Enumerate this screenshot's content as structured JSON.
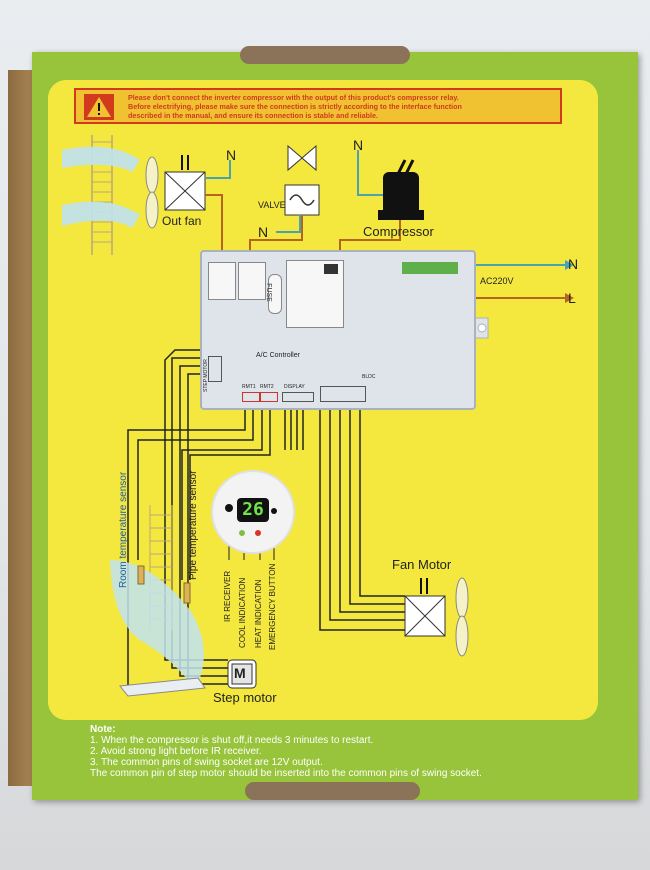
{
  "warning": {
    "line1": "Please don't connect the inverter compressor with the output of this product's compressor relay.",
    "line2": "Before electrifying, please make sure the connection is strictly according to the interface function",
    "line3": "described in the manual, and ensure its connection is stable and reliable."
  },
  "labels": {
    "out_fan": "Out fan",
    "valve": "VALVE",
    "compressor": "Compressor",
    "n1": "N",
    "n2": "N",
    "n3": "N",
    "n_right": "N",
    "l_right": "L",
    "ac220v": "AC220V",
    "fuse": "FUSE",
    "ac_controller": "A/C Controller",
    "rmt1": "RMT1",
    "rmt2": "RMT2",
    "display": "DISPLAY",
    "bldc": "BLDC",
    "step_motor_conn": "STEP MOTOR",
    "fan_motor": "Fan Motor",
    "step_motor": "Step motor",
    "motor_m": "M",
    "room_sensor": "Room temperature sensor",
    "pipe_sensor": "Pipe temperature sensor",
    "ir_receiver": "IR RECEIVER",
    "cool_indication": "COOL INDICATION",
    "heat_indication": "HEAT INDICATION",
    "emergency_button": "EMERGENCY BUTTON",
    "display_value": "26"
  },
  "notes": {
    "title": "Note:",
    "items": [
      "1.  When the compressor is shut off,it needs 3 minutes to restart.",
      "2.  Avoid strong light before IR receiver.",
      "3.  The common pins of swing socket are 12V output.",
      "     The common pin of step motor should be inserted into the common pins of swing socket."
    ]
  },
  "colors": {
    "box_green": "#97c43a",
    "panel_yellow": "#f4e83e",
    "warning_red": "#d23a1e",
    "wire_teal": "#4aa3b3",
    "wire_brown": "#b5651d",
    "wire_black": "#222222"
  }
}
